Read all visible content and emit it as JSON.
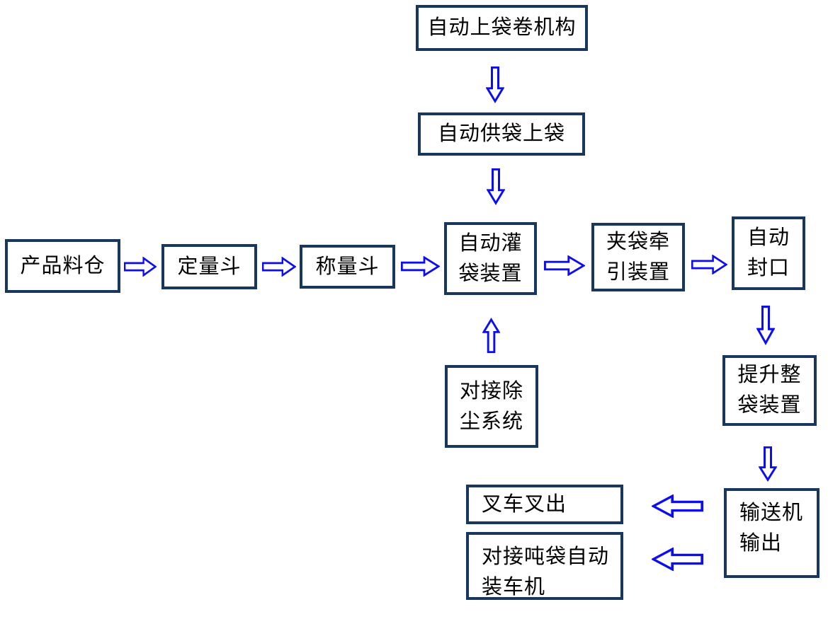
{
  "diagram": {
    "type": "flowchart",
    "background": "#FFFFFF",
    "colors": {
      "box_border": "#17375E",
      "arrow_outline": "#0D0DF2",
      "arrow_fill": "#FFFFFF",
      "text": "#000000"
    },
    "nodes": [
      {
        "id": "bag-roll-mechanism",
        "label": "自动上袋卷机构"
      },
      {
        "id": "bag-supply-loading",
        "label": "自动供袋上袋"
      },
      {
        "id": "product-silo",
        "label": "产品料仓"
      },
      {
        "id": "quantitative-hopper",
        "label": "定量斗"
      },
      {
        "id": "weighing-hopper",
        "label": "称量斗"
      },
      {
        "id": "auto-filling-device",
        "label": "自动灌\n袋装置"
      },
      {
        "id": "bag-clamp-traction",
        "label": "夹袋牵\n引装置"
      },
      {
        "id": "auto-sealing",
        "label": "自动\n封口"
      },
      {
        "id": "dust-removal-system",
        "label": "对接除\n尘系统"
      },
      {
        "id": "bag-lifting-device",
        "label": "提升整\n袋装置"
      },
      {
        "id": "conveyor-output",
        "label": "输送机\n输出"
      },
      {
        "id": "forklift-out",
        "label": "叉车叉出"
      },
      {
        "id": "ton-bag-truck-loader",
        "label": "对接吨袋自动\n装车机"
      }
    ],
    "edges": [
      {
        "from": "自动上袋卷机构",
        "to": "自动供袋上袋",
        "direction": "down"
      },
      {
        "from": "自动供袋上袋",
        "to": "自动灌袋装置",
        "direction": "down"
      },
      {
        "from": "产品料仓",
        "to": "定量斗",
        "direction": "right"
      },
      {
        "from": "定量斗",
        "to": "称量斗",
        "direction": "right"
      },
      {
        "from": "称量斗",
        "to": "自动灌袋装置",
        "direction": "right"
      },
      {
        "from": "自动灌袋装置",
        "to": "夹袋牵引装置",
        "direction": "right"
      },
      {
        "from": "夹袋牵引装置",
        "to": "自动封口",
        "direction": "right"
      },
      {
        "from": "对接除尘系统",
        "to": "自动灌袋装置",
        "direction": "up"
      },
      {
        "from": "自动封口",
        "to": "提升整袋装置",
        "direction": "down"
      },
      {
        "from": "提升整袋装置",
        "to": "输送机输出",
        "direction": "down"
      },
      {
        "from": "输送机输出",
        "to": "叉车叉出",
        "direction": "left"
      },
      {
        "from": "输送机输出",
        "to": "对接吨袋自动装车机",
        "direction": "left"
      }
    ]
  }
}
